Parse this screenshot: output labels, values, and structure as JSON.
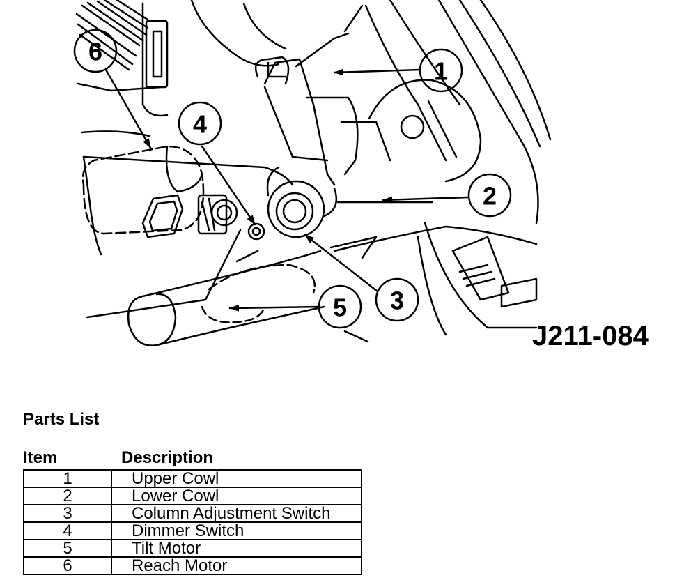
{
  "figure": {
    "code": "J211-084",
    "callouts": [
      {
        "number": "1"
      },
      {
        "number": "2"
      },
      {
        "number": "3"
      },
      {
        "number": "4"
      },
      {
        "number": "5"
      },
      {
        "number": "6"
      }
    ]
  },
  "parts_list": {
    "title": "Parts List",
    "headers": {
      "item": "Item",
      "description": "Description"
    },
    "rows": [
      {
        "item": "1",
        "description": "Upper Cowl"
      },
      {
        "item": "2",
        "description": "Lower Cowl"
      },
      {
        "item": "3",
        "description": "Column Adjustment Switch"
      },
      {
        "item": "4",
        "description": "Dimmer Switch"
      },
      {
        "item": "5",
        "description": "Tilt Motor"
      },
      {
        "item": "6",
        "description": "Reach Motor"
      }
    ]
  }
}
